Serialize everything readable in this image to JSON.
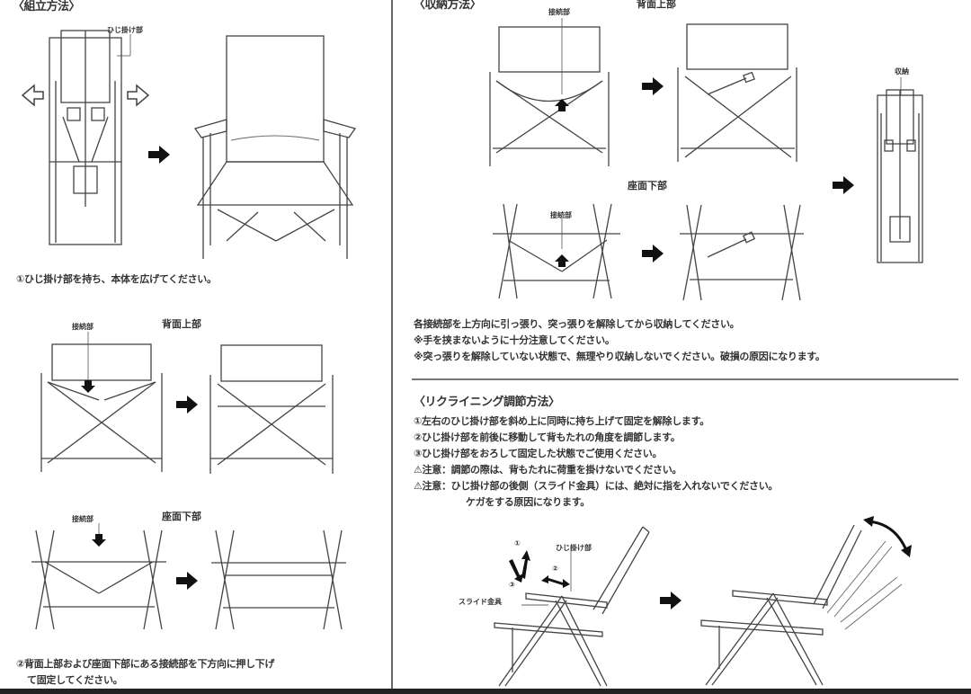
{
  "assembly": {
    "heading": "〈組立方法〉",
    "label_armrest": "ひじ掛け部",
    "step1_text": "①ひじ掛け部を持ち、本体を広げてください。",
    "label_connector_back": "接続部",
    "label_back_upper": "背面上部",
    "label_connector_seat": "接続部",
    "label_seat_lower": "座面下部",
    "step2_text_line1": "②背面上部および座面下部にある接続部を下方向に押し下げ",
    "step2_text_line2": "て固定してください。"
  },
  "storage": {
    "heading": "〈収納方法〉",
    "label_connector_back": "接続部",
    "label_back_upper": "背面上部",
    "label_stored": "収納",
    "label_seat_lower": "座面下部",
    "label_connector_seat": "接続部",
    "instructions": [
      "各接続部を上方向に引っ張り、突っ張りを解除してから収納してください。",
      "※手を挟まないように十分注意してください。",
      "※突っ張りを解除していない状態で、無理やり収納しないでください。破損の原因になります。"
    ]
  },
  "recline": {
    "heading": "〈リクライニング調節方法〉",
    "steps": [
      "①左右のひじ掛け部を斜め上に同時に持ち上げて固定を解除します。",
      "②ひじ掛け部を前後に移動して背もたれの角度を調節します。",
      "③ひじ掛け部をおろして固定した状態でご使用ください。"
    ],
    "cautions": [
      "⚠注意：調節の際は、背もたれに荷重を掛けないでください。",
      "⚠注意：ひじ掛け部の後側（スライド金具）には、絶対に指を入れないでください。",
      "ケガをする原因になります。"
    ],
    "label_armrest": "ひじ掛け部",
    "label_slide": "スライド金具",
    "marker_1": "①",
    "marker_2": "②",
    "marker_3": "③"
  }
}
